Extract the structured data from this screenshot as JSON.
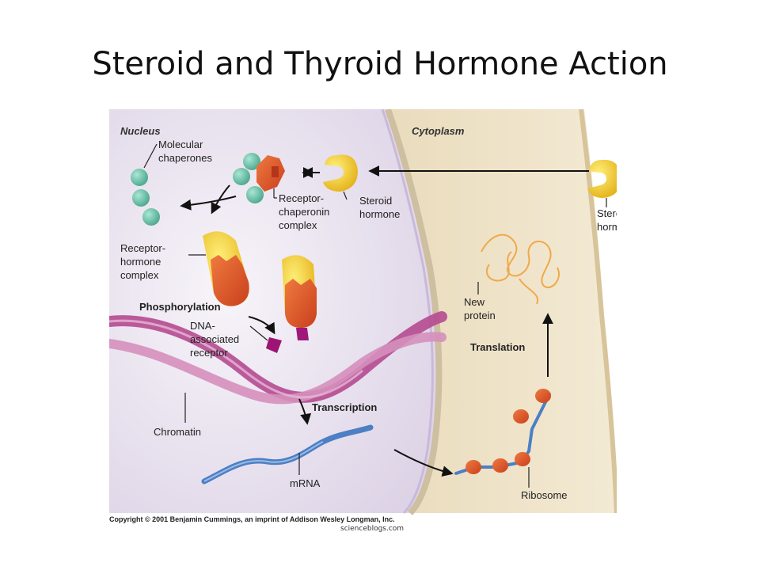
{
  "slide": {
    "title": "Steroid and Thyroid Hormone Action"
  },
  "diagram": {
    "regions": {
      "nucleus": "Nucleus",
      "cytoplasm": "Cytoplasm"
    },
    "labels": {
      "molecular_chaperones": [
        "Molecular",
        "chaperones"
      ],
      "receptor_chaperonin_complex": [
        "Receptor-",
        "chaperonin",
        "complex"
      ],
      "steroid_hormone_inner": [
        "Steroid",
        "hormone"
      ],
      "steroid_hormone_outer": [
        "Steroid",
        "hormone"
      ],
      "receptor_hormone_complex": [
        "Receptor-",
        "hormone",
        "complex"
      ],
      "phosphorylation": "Phosphorylation",
      "dna_associated_receptor": [
        "DNA-",
        "associated",
        "receptor"
      ],
      "chromatin": "Chromatin",
      "transcription": "Transcription",
      "mrna": "mRNA",
      "new_protein": [
        "New",
        "protein"
      ],
      "translation": "Translation",
      "ribosome": "Ribosome"
    },
    "colors": {
      "nucleus_fill": "#ece6f1",
      "cytoplasm_fill": "#efe3c8",
      "membrane": "#d9c9a4",
      "hormone_yellow": "#f1c31c",
      "receptor_orange": "#e2582a",
      "chaperone_teal": "#5bbfa3",
      "dna_magenta": "#c0589a",
      "mrna_blue": "#4c7fc4",
      "protein_orange": "#f0a94a"
    },
    "copyright": "Copyright © 2001 Benjamin Cummings, an imprint of Addison Wesley Longman, Inc.",
    "source": "scienceblogs.com"
  }
}
